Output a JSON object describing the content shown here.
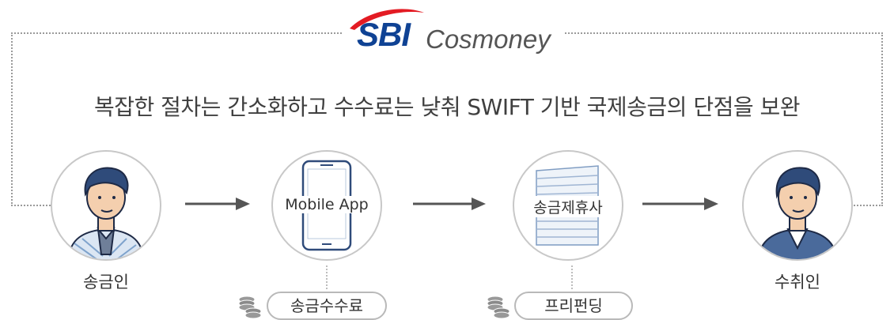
{
  "brand": {
    "sbi": "SBI",
    "cosmoney": "Cosmoney",
    "colors": {
      "primary": "#0f4294",
      "swoosh": "#e31b23"
    }
  },
  "headline": "복잡한 절차는 간소화하고 수수료는 낮춰 SWIFT 기반 국제송금의 단점을 보완",
  "nodes": {
    "sender": {
      "label": "송금인",
      "icon": "sender-person-icon"
    },
    "app": {
      "label": "Mobile App",
      "icon": "smartphone-icon"
    },
    "partner": {
      "label": "송금제휴사",
      "icon": "building-icon"
    },
    "receiver": {
      "label": "수취인",
      "icon": "receiver-person-icon"
    }
  },
  "badges": {
    "fee": {
      "label": "송금수수료",
      "icon": "coins-icon"
    },
    "prefunding": {
      "label": "프리펀딩",
      "icon": "coins-icon"
    }
  }
}
